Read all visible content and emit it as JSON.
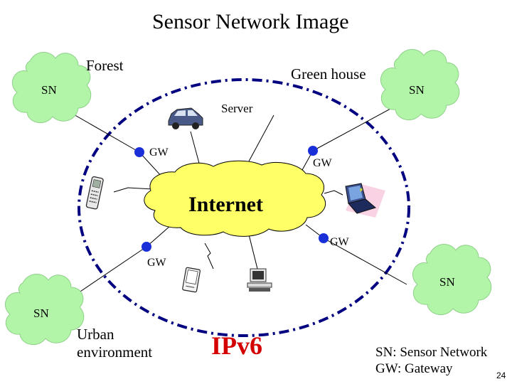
{
  "title": "Sensor Network Image",
  "places": {
    "forest": "Forest",
    "green_house": "Green house",
    "server": "Server",
    "urban_line1": "Urban",
    "urban_line2": "environment"
  },
  "sn_label": "SN",
  "gw_label": "GW",
  "internet_label": "Internet",
  "protocol_label": "IPv6",
  "legend": {
    "sn": "SN: Sensor Network",
    "gw": "GW: Gateway"
  },
  "page_number": "24",
  "colors": {
    "cloud_fill": "#b2f5a8",
    "internet_fill": "#ffff66",
    "dashed_boundary": "#000080",
    "gateway_node": "#1a2fd8",
    "ipv6_text": "#d40000"
  },
  "icons": [
    "car-icon",
    "mobile-phone-icon",
    "laptop-icon",
    "pda-icon",
    "desktop-computer-icon"
  ]
}
